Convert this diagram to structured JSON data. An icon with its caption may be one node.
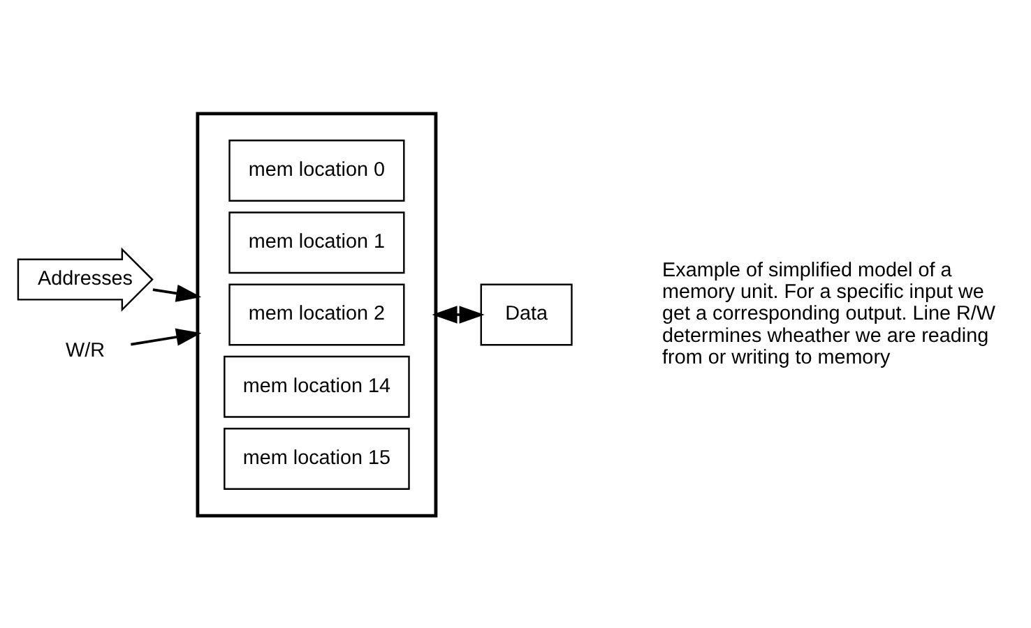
{
  "diagram": {
    "nodes": [
      {
        "text": [],
        "shape": "box"
      },
      {
        "text": [
          "mem location 0"
        ],
        "in": 0
      },
      {
        "text": [
          "mem location 1"
        ],
        "in": 0
      },
      {
        "text": [
          "mem location 2"
        ],
        "in": 0
      },
      {
        "text": [
          "mem location 14"
        ],
        "in": 0
      },
      {
        "text": [
          "mem location 15"
        ],
        "in": 0
      },
      {
        "text": [
          "Addresses"
        ]
      },
      {
        "text": [
          "Data"
        ]
      },
      {
        "text": [
          "W/R"
        ]
      }
    ],
    "edges": [
      {
        "from": 6,
        "to": 0,
        "arrow": "to"
      },
      {
        "from": 0,
        "to": 7,
        "arrow": "both"
      },
      {
        "from": 8,
        "to": 0,
        "arrow": "to"
      }
    ],
    "labels": [
      "Example of simplified model of a memory unit. For a specific input we get a corresponding output. Line R/W determines wheather we are reading from or writing to memory"
    ]
  }
}
